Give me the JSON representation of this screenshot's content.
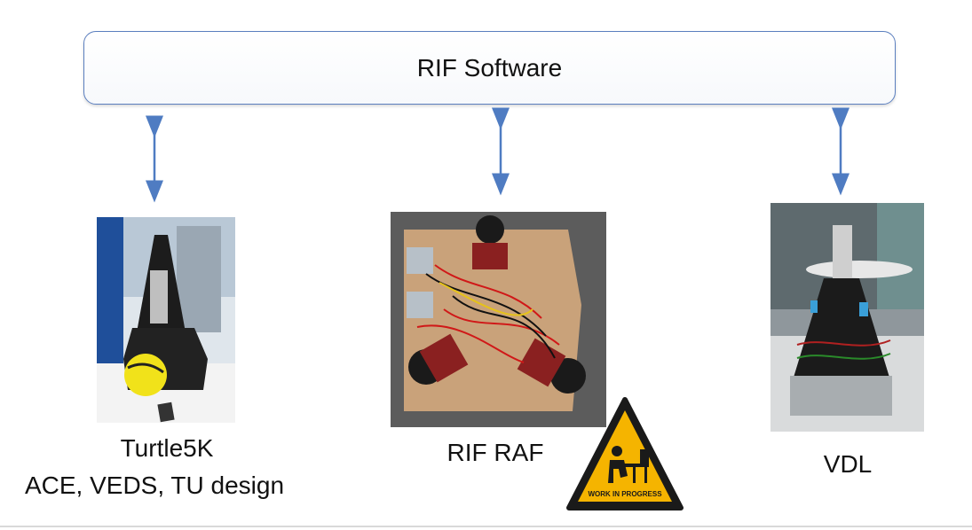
{
  "top_box": {
    "title": "RIF Software"
  },
  "robots": [
    {
      "name": "Turtle5K",
      "subtitle": "ACE, VEDS, TU design"
    },
    {
      "name": "RIF RAF"
    },
    {
      "name": "VDL"
    }
  ],
  "sign": {
    "text": "WORK IN PROGRESS",
    "color": "#f5b400"
  },
  "colors": {
    "accent": "#5b7fbf",
    "arrow": "#4f7cc2"
  }
}
